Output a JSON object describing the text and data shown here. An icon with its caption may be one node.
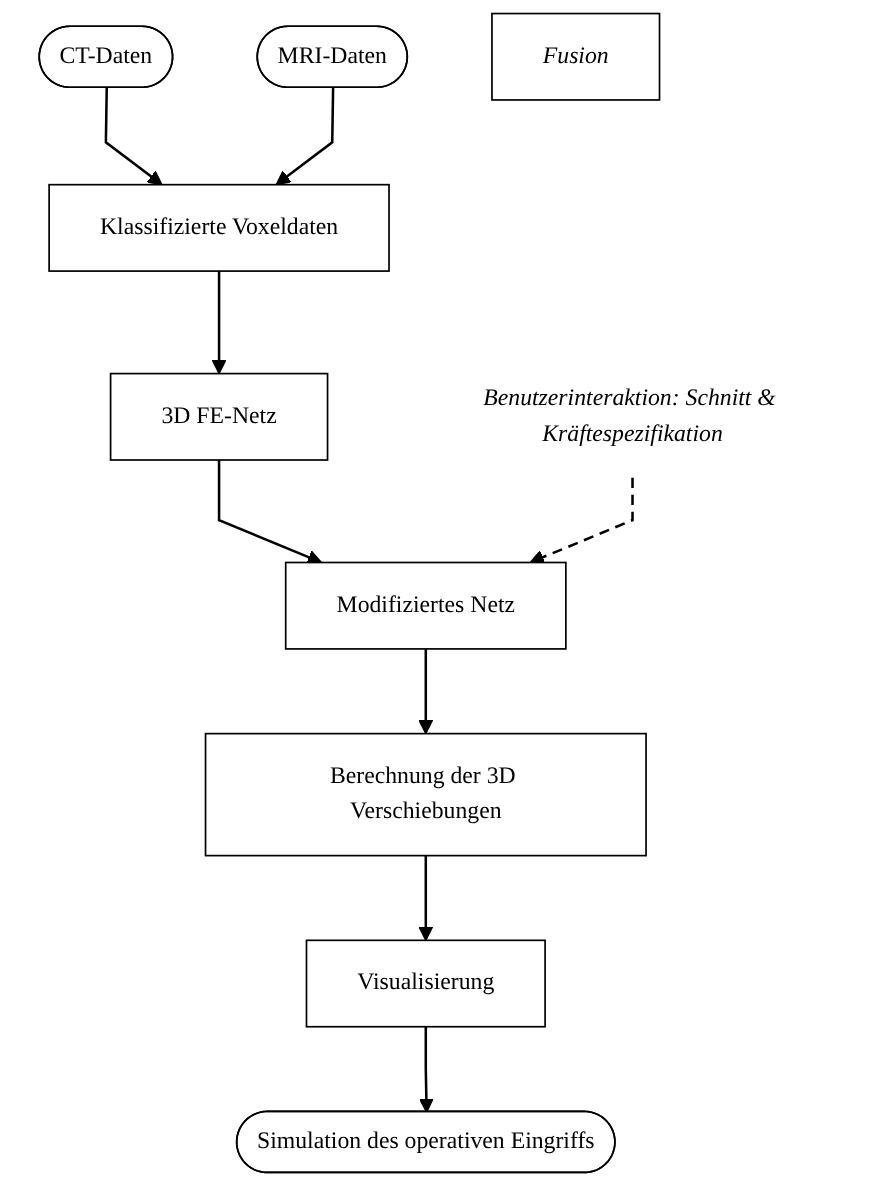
{
  "diagram": {
    "nodes": [
      {
        "text": [
          "CT-Daten"
        ]
      },
      {
        "text": [
          "MRI-Daten"
        ]
      },
      {
        "text": [
          "Fusion"
        ]
      },
      {
        "text": [
          "Klassifizierte Voxeldaten"
        ]
      },
      {
        "text": [
          "3D FE-Netz"
        ]
      },
      {
        "text": [
          "Modifiziertes Netz"
        ]
      },
      {
        "text": [
          "Berechnung der 3D Verschiebungen"
        ]
      },
      {
        "text": [
          "Visualisierung"
        ]
      },
      {
        "text": [
          "Simulation des operativen Eingriffs"
        ]
      },
      {
        "text": [
          "Benutzerinteraktion: Schnitt & Kräftespezifikation"
        ]
      }
    ],
    "edges": [
      {
        "from": 0,
        "to": 3,
        "arrow": "to"
      },
      {
        "from": 1,
        "to": 3,
        "arrow": "to"
      },
      {
        "from": 3,
        "to": 4,
        "arrow": "to"
      },
      {
        "from": 4,
        "to": 5,
        "arrow": "to"
      },
      {
        "from": 9,
        "to": 5,
        "arrow": "to",
        "style": "dashed"
      },
      {
        "from": 5,
        "to": 6,
        "arrow": "to"
      },
      {
        "from": 6,
        "to": 7,
        "arrow": "to"
      },
      {
        "from": 7,
        "to": 8,
        "arrow": "to"
      }
    ]
  }
}
